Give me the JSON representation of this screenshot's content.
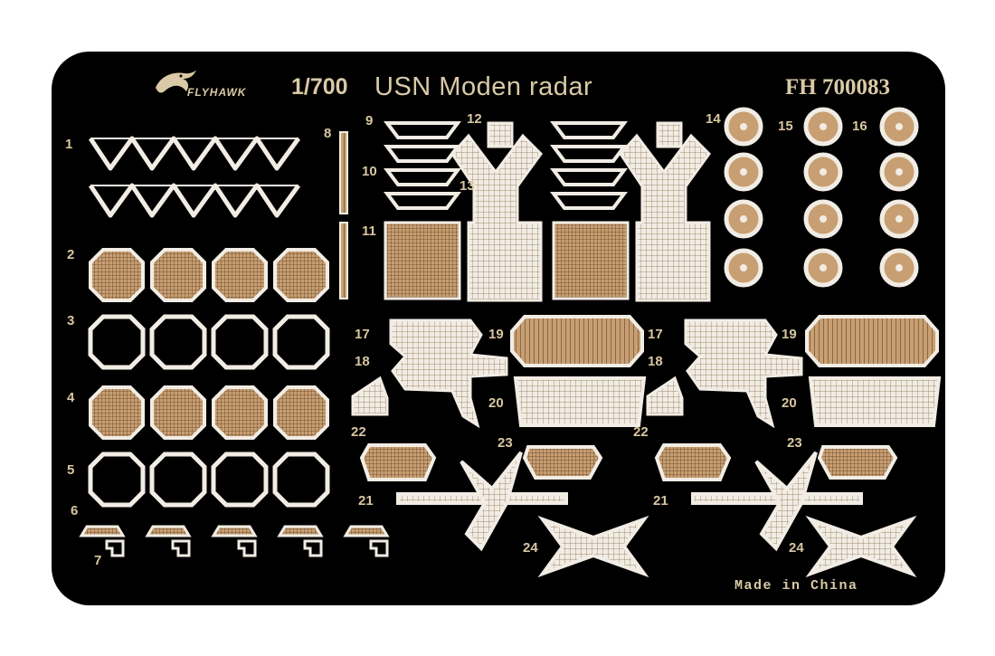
{
  "sheet": {
    "brand_name": "FLYHAWK",
    "scale": "1/700",
    "title": "USN Moden radar",
    "code": "FH 700083",
    "footer": "Made in China"
  },
  "colors": {
    "background": "#ffffff",
    "sheet": "#000000",
    "fret": "#f1ece4",
    "brass": "#c89f72",
    "text": "#d8c6a0"
  },
  "part_numbers": {
    "p1": "1",
    "p2": "2",
    "p3": "3",
    "p4": "4",
    "p5": "5",
    "p6": "6",
    "p7": "7",
    "p8": "8",
    "p9": "9",
    "p10": "10",
    "p11": "11",
    "p12": "12",
    "p13": "13",
    "p14": "14",
    "p15": "15",
    "p16": "16",
    "p17a": "17",
    "p17b": "17",
    "p18a": "18",
    "p18b": "18",
    "p19a": "19",
    "p19b": "19",
    "p20a": "20",
    "p20b": "20",
    "p21a": "21",
    "p21b": "21",
    "p22a": "22",
    "p22b": "22",
    "p23a": "23",
    "p23b": "23",
    "p24a": "24",
    "p24b": "24"
  }
}
